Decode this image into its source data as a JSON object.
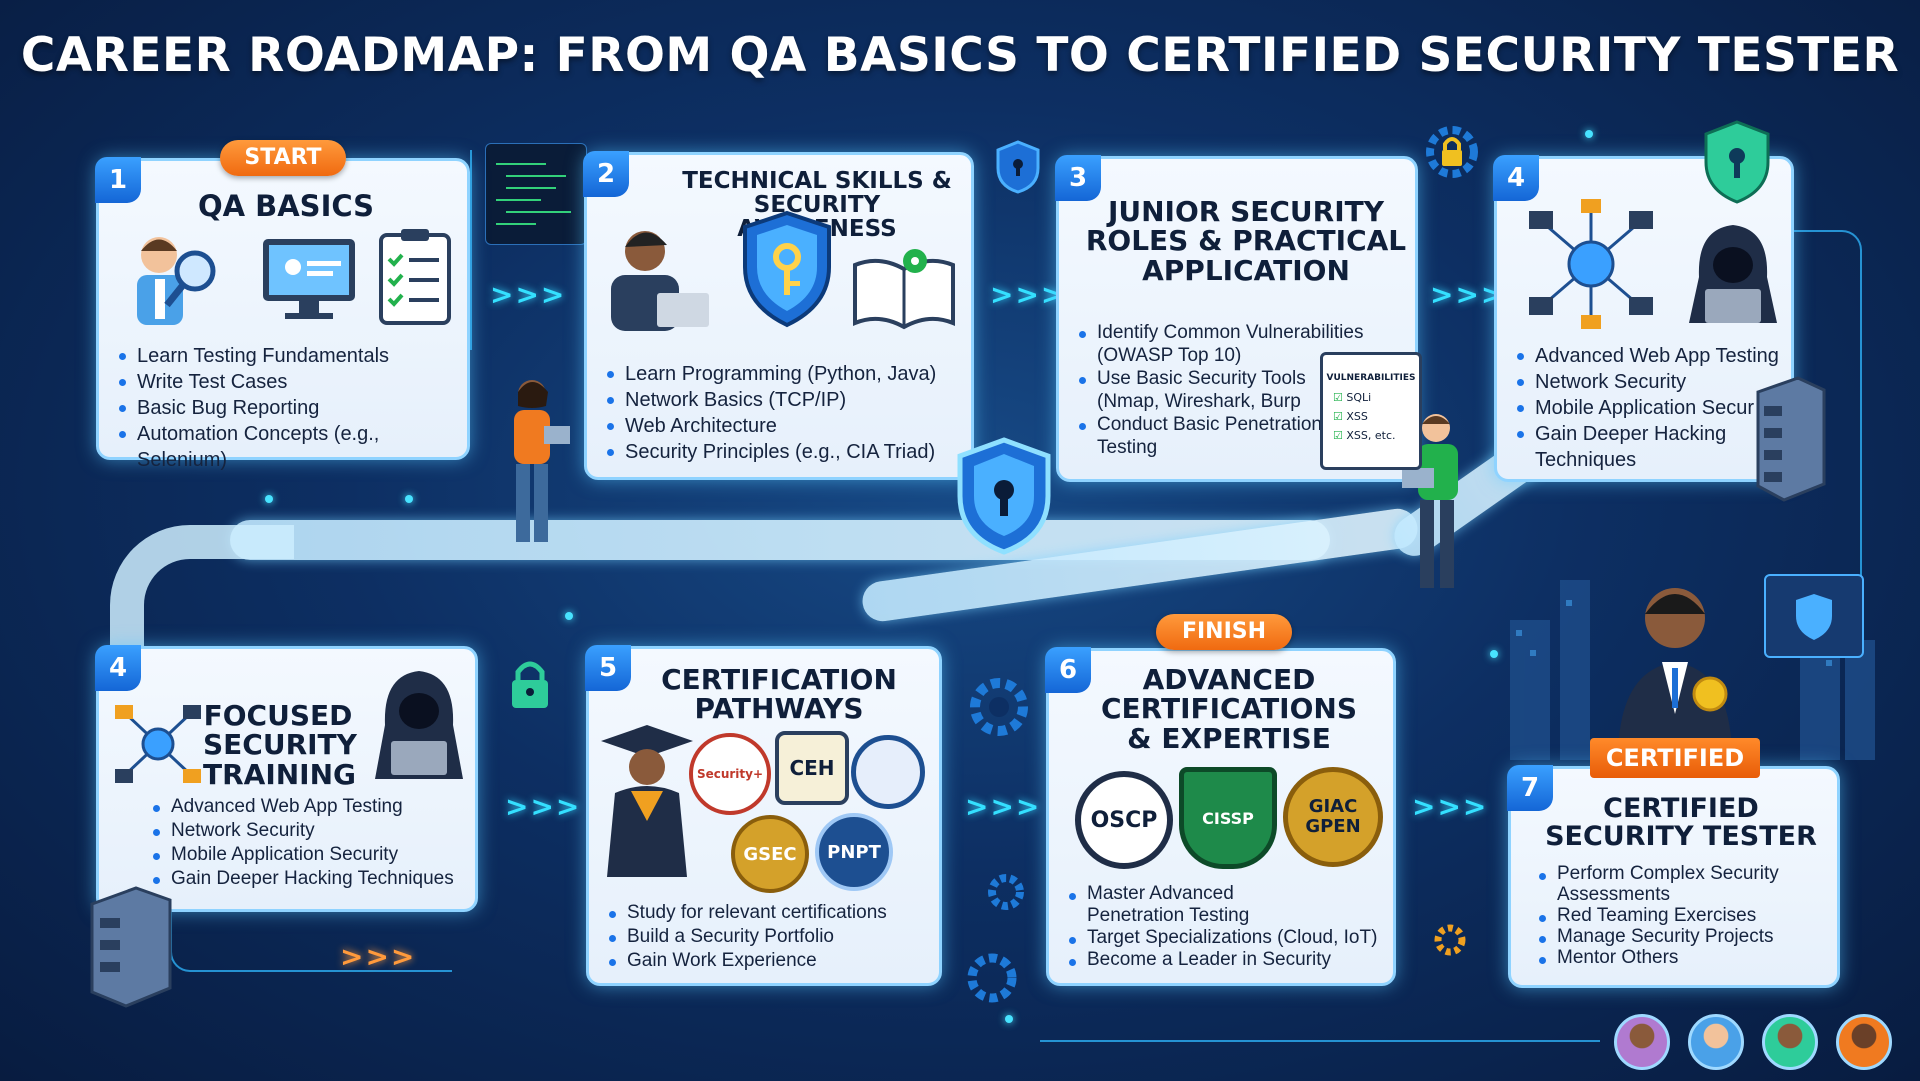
{
  "title": "CAREER ROADMAP: FROM QA BASICS TO CERTIFIED SECURITY TESTER",
  "start_label": "START",
  "finish_label": "FINISH",
  "steps": [
    {
      "number": "1",
      "title": "QA BASICS",
      "bullets": [
        "Learn Testing Fundamentals",
        "Write Test Cases",
        "Basic Bug Reporting",
        "Automation Concepts (e.g., Selenium)"
      ]
    },
    {
      "number": "2",
      "title": "TECHNICAL SKILLS & SECURITY AWARENESS",
      "bullets": [
        "Learn Programming (Python, Java)",
        "Network Basics (TCP/IP)",
        "Web Architecture",
        "Security Principles (e.g., CIA Triad)"
      ]
    },
    {
      "number": "3",
      "title": "JUNIOR SECURITY ROLES & PRACTICAL APPLICATION",
      "bullets": [
        "Identify Common Vulnerabilities (OWASP Top 10)",
        "Use Basic Security Tools (Nmap, Wireshark, Burp",
        "Conduct Basic Penetration Testing"
      ]
    },
    {
      "number": "4",
      "title": "",
      "bullets": [
        "Advanced Web App Testing",
        "Network Security",
        "Mobile Application Secur",
        "Gain Deeper Hacking Techniques"
      ]
    },
    {
      "number": "4",
      "title": "FOCUSED SECURITY TRAINING",
      "bullets": [
        "Advanced Web App Testing",
        "Network Security",
        "Mobile Application Security",
        "Gain Deeper Hacking Techniques"
      ]
    },
    {
      "number": "5",
      "title": "CERTIFICATION PATHWAYS",
      "bullets": [
        "Study for relevant certifications",
        "Build a Security Portfolio",
        "Gain Work Experience"
      ]
    },
    {
      "number": "6",
      "title": "ADVANCED CERTIFICATIONS & EXPERTISE",
      "bullets": [
        "Master Advanced Penetration Testing",
        "Target Specializations (Cloud, IoT)",
        "Become a Leader in Security"
      ]
    },
    {
      "number": "7",
      "title": "CERTIFIED SECURITY TESTER",
      "bullets": [
        "Perform Complex Security Assessments",
        "Red Teaming Exercises",
        "Manage Security Projects",
        "Mentor Others"
      ]
    }
  ],
  "clipboard": {
    "title": "VULNERABILITIES",
    "items": [
      "SQLi",
      "XSS",
      "XSS, etc."
    ]
  },
  "cert_badges_step5": [
    "Security+",
    "CEH",
    "GSEC",
    "PNPT"
  ],
  "cert_badges_step6": [
    "OSCP",
    "CISSP",
    "GIAC GPEN"
  ],
  "certified_ribbon": "CERTIFIED",
  "arrows": ">>>",
  "colors": {
    "accent": "#1a73e8",
    "orange": "#f47b20",
    "glow": "#35d7ff",
    "background": "#0d2f63"
  }
}
